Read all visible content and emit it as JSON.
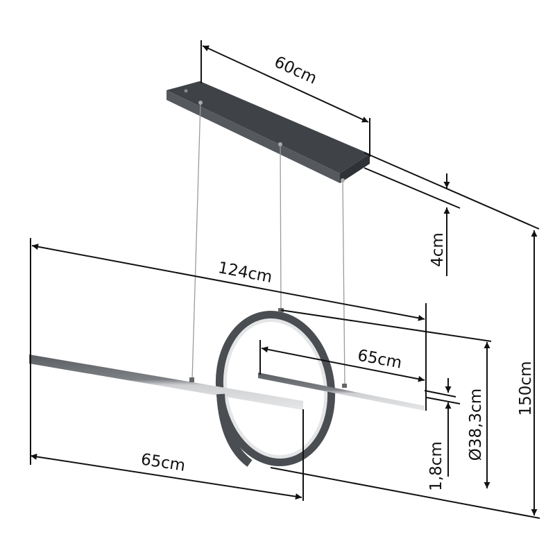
{
  "dimensions": {
    "canopy_length": "60cm",
    "canopy_height": "4cm",
    "total_width": "124cm",
    "right_bar_length": "65cm",
    "left_bar_length": "65cm",
    "total_height": "150cm",
    "ring_diameter": "Ø38,3cm",
    "bar_thickness": "1,8cm"
  },
  "colors": {
    "housing": "#4a4d52",
    "diffuser": "#d8d9db",
    "dimension_line": "#111111"
  }
}
